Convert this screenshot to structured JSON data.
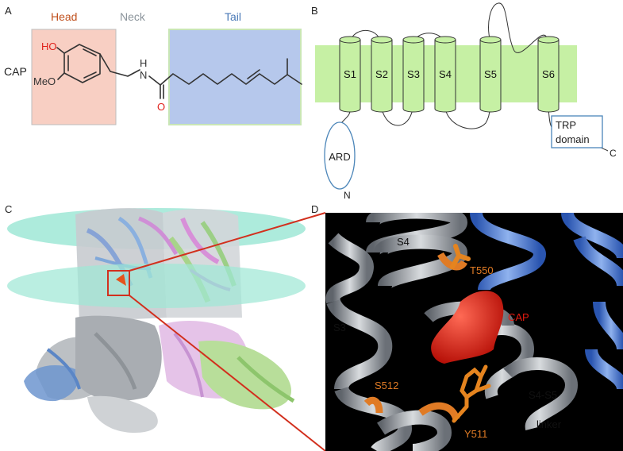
{
  "panels": {
    "a": {
      "letter": "A",
      "molecule_label": "CAP",
      "head": {
        "title": "Head",
        "color": "#c0501d",
        "box": "#f8cfc3"
      },
      "neck": {
        "title": "Neck",
        "color": "#8b949b"
      },
      "tail": {
        "title": "Tail",
        "color": "#4a79b7",
        "box": "#b6c8ec",
        "border": "#c9e6b5"
      },
      "atoms": {
        "ho": "HO",
        "meo": "MeO",
        "n": "N",
        "h": "H",
        "o": "O"
      },
      "atom_colors": {
        "oxygen": "#e0221c",
        "carbon": "#333333"
      }
    },
    "b": {
      "letter": "B",
      "membrane_color": "#c6f0a4",
      "segments": [
        "S1",
        "S2",
        "S3",
        "S4",
        "S5",
        "S6"
      ],
      "ard_label": "ARD",
      "n_term": "N",
      "c_term": "C",
      "trp_domain": [
        "TRP",
        "domain"
      ],
      "box_color": "#4c86b9"
    },
    "c": {
      "letter": "C",
      "membrane_color": "#9fe7d6",
      "zoom_color": "#d2301e"
    },
    "d": {
      "letter": "D",
      "labels": {
        "s4": "S4",
        "t550": "T550",
        "cap": "CAP",
        "s3": "S3",
        "s512": "S512",
        "s4s5": "S4-S5",
        "linker": "linker",
        "y511": "Y511"
      },
      "colors": {
        "residue": "#e07b25",
        "ligand": "#e31a10",
        "helix_blue": "#4d7fd6",
        "helix_grey": "#9da2aa"
      }
    }
  }
}
